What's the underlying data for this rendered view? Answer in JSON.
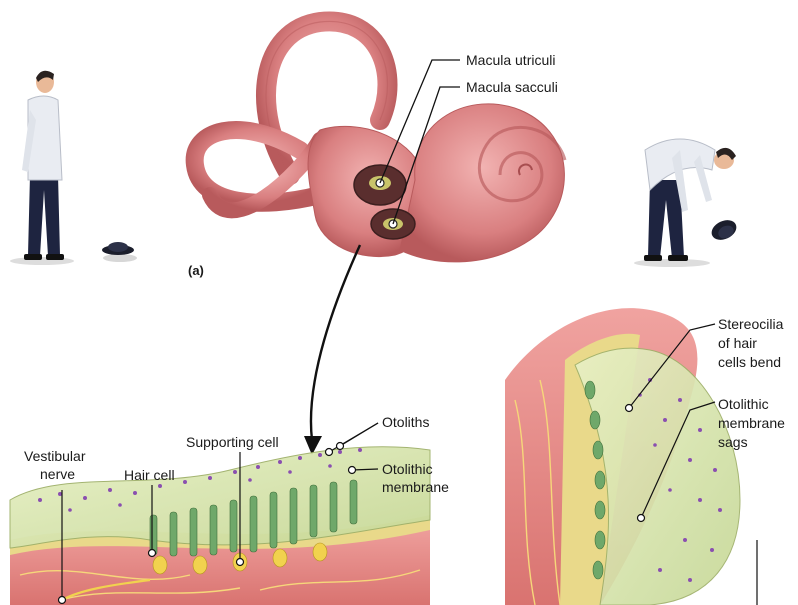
{
  "panel_label": "(a)",
  "labels": {
    "macula_utriculi": "Macula utriculi",
    "macula_sacculi": "Macula sacculi",
    "otoliths": "Otoliths",
    "supporting_cell": "Supporting cell",
    "otolithic_membrane": [
      "Otolithic",
      "membrane"
    ],
    "vestibular_nerve": [
      "Vestibular",
      "nerve"
    ],
    "hair_cell": "Hair cell",
    "stereocilia_bend": [
      "Stereocilia",
      "of hair",
      "cells bend"
    ],
    "membrane_sags": [
      "Otolithic",
      "membrane",
      "sags"
    ]
  },
  "colors": {
    "ear": "#d97f80",
    "ear_dark": "#b85a5c",
    "tissue": "#e98f8f",
    "nerve": "#f1d24e",
    "membrane": "#d9e6b0",
    "otolith": "#8a4fb0",
    "cell_green": "#6fa86a"
  }
}
